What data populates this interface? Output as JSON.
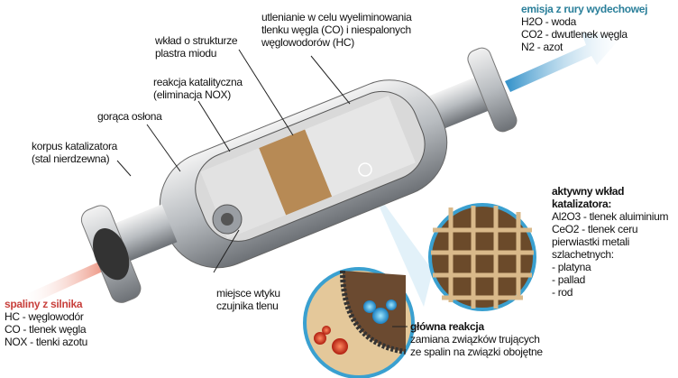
{
  "labels": {
    "oxidation": [
      "utlenianie w celu wyeliminowania",
      "tlenku węgla (CO) i niespalonych",
      "węglowodorów (HC)"
    ],
    "honeycomb": [
      "wkład o strukturze",
      "plastra miodu"
    ],
    "catalytic_reaction": [
      "reakcja katalityczna",
      "(eliminacja NOX)"
    ],
    "heat_shield": [
      "gorąca osłona"
    ],
    "body": [
      "korpus katalizatora",
      "(stal nierdzewna)"
    ],
    "sensor": [
      "miejsce wtyku",
      "czujnika tlenu"
    ]
  },
  "emission": {
    "title": "emisja z rury wydechowej",
    "items": [
      "H2O - woda",
      "CO2 - dwutlenek węgla",
      "N2 - azot"
    ]
  },
  "active_insert": {
    "title": [
      "aktywny wkład",
      "katalizatora:"
    ],
    "items": [
      "Al2O3 - tlenek aluiminium",
      "CeO2 - tlenek ceru",
      "pierwiastki metali",
      "szlachetnych:",
      "- platyna",
      "- pallad",
      "- rod"
    ]
  },
  "exhaust_in": {
    "title": "spaliny z silnika",
    "items": [
      "HC - węglowodór",
      "CO - tlenek węgla",
      "NOX - tlenki azotu"
    ]
  },
  "main_reaction": {
    "title": "główna reakcja",
    "items": [
      "zamiana związków trujących",
      "ze spalin na związki obojętne"
    ]
  },
  "colors": {
    "emission_title": "#2a7f9a",
    "exhaust_title": "#c8403c",
    "arrow_out": "#2f8fc8",
    "arrow_in": "#e04a2a"
  }
}
